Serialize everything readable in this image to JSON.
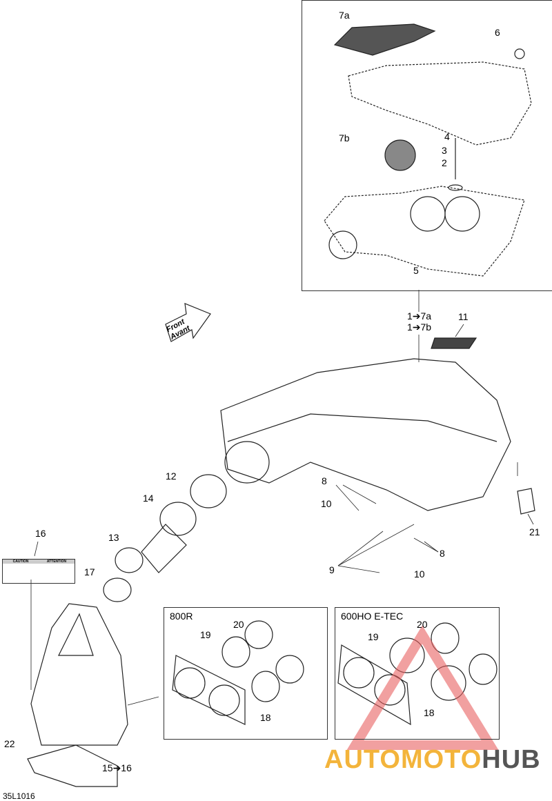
{
  "diagram": {
    "code": "35L1016",
    "direction_arrow": {
      "line1": "Front",
      "line2": "Avant"
    },
    "caution_label": {
      "left": "CAUTION",
      "right": "ATTENTION"
    },
    "callouts": {
      "c7a": "7a",
      "c6": "6",
      "c7b": "7b",
      "c4": "4",
      "c3": "3",
      "c2": "2",
      "c5": "5",
      "c1_7a": "1➔7a",
      "c1_7b": "1➔7b",
      "c11": "11",
      "c12": "12",
      "c14": "14",
      "c13": "13",
      "c17": "17",
      "c16": "16",
      "c10a": "10",
      "c8a": "8",
      "c8b": "8",
      "c9": "9",
      "c10b": "10",
      "c21": "21",
      "c22": "22",
      "c15_16": "15➔16"
    },
    "variant_800r": {
      "title": "800R",
      "c19": "19",
      "c20": "20",
      "c18": "18"
    },
    "variant_600ho": {
      "title": "600HO E-TEC",
      "c19": "19",
      "c20": "20",
      "c18": "18"
    },
    "watermark": {
      "part1": "AUTOMOTO",
      "part2": "HUB"
    }
  }
}
